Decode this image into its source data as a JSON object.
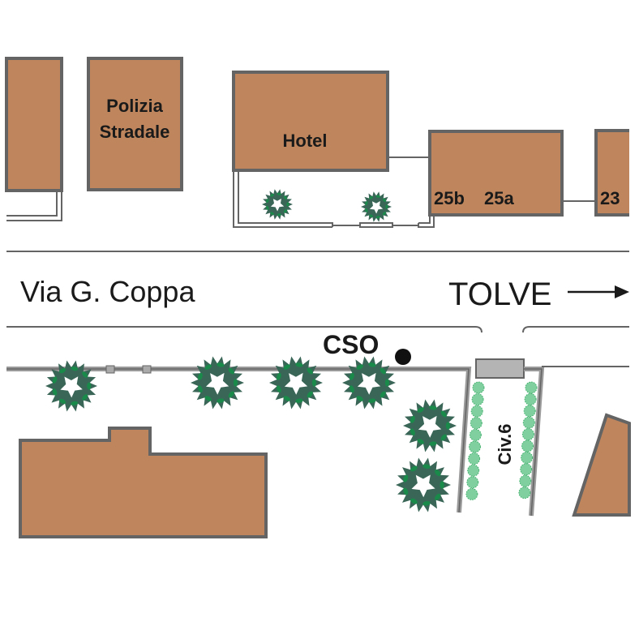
{
  "map": {
    "buildings": {
      "police": {
        "line1": "Polizia",
        "line2": "Stradale"
      },
      "hotel": "Hotel",
      "civic_25b": "25b",
      "civic_25a": "25a",
      "civic_23": "23",
      "civic_6": "Civ.6"
    },
    "street_name": "Via G. Coppa",
    "direction": "TOLVE",
    "marker_label": "CSO",
    "colors": {
      "building": "#bf865e",
      "outline": "#646464",
      "tree_dark": "#3a6658",
      "tree_light": "#1a8a4a",
      "hedge": "#7fcf9f"
    }
  }
}
